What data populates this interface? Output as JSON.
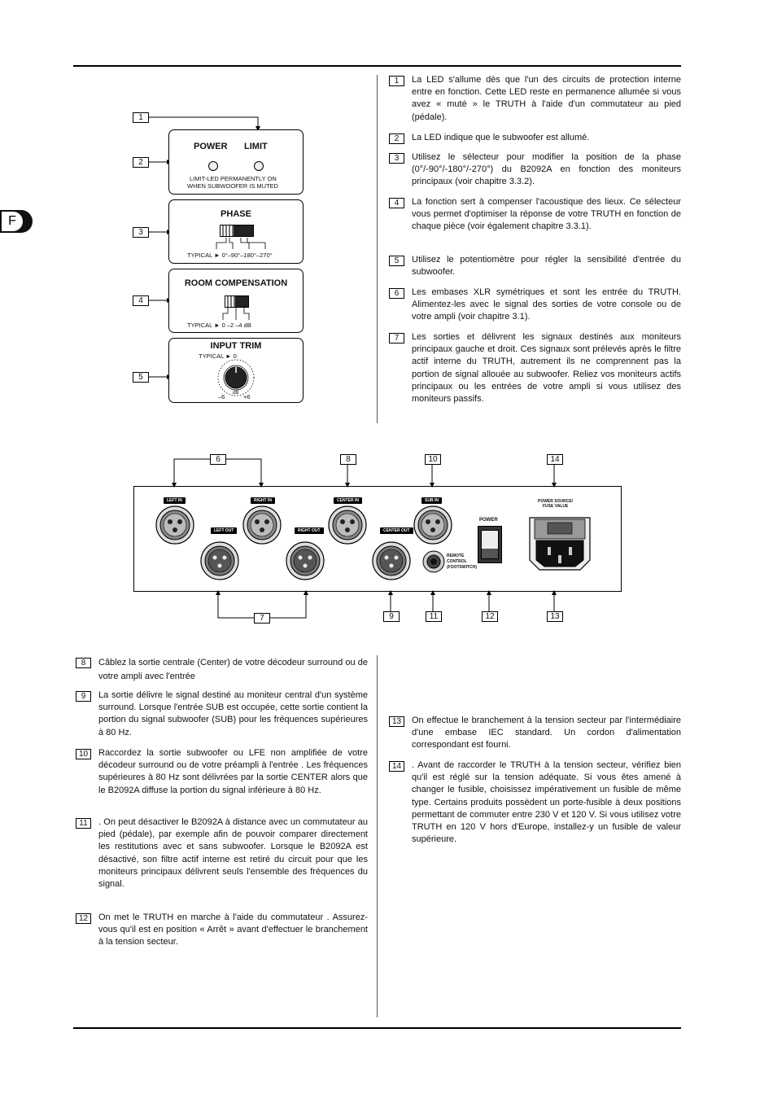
{
  "page": {
    "lang_tab": "F"
  },
  "left_panel": {
    "callouts": [
      "1",
      "2",
      "3",
      "4",
      "5"
    ],
    "power_limit": {
      "power": "POWER",
      "limit": "LIMIT",
      "note_line1": "LIMIT-LED PERMANENTLY ON",
      "note_line2": "WHEN SUBWOOFER IS MUTED"
    },
    "phase": {
      "title": "PHASE",
      "typical": "TYPICAL ► 0°–90°–180°–270°"
    },
    "room": {
      "title": "ROOM COMPENSATION",
      "typical": "TYPICAL ► 0  –2  –4 dB"
    },
    "trim": {
      "title": "INPUT TRIM",
      "typical": "TYPICAL ► 0",
      "min": "–6",
      "unit": "dB",
      "max": "+6"
    }
  },
  "right_items": [
    {
      "num": "1",
      "text": "La LED          s'allume dès que l'un des circuits de protection interne entre en fonction. Cette LED reste en permanence allumée si vous avez « muté » le TRUTH à l'aide d'un commutateur au pied (pédale)."
    },
    {
      "num": "2",
      "text": "La LED               indique que le subwoofer est allumé."
    },
    {
      "num": "3",
      "text": "Utilisez le sélecteur               pour modifier la position de la phase (0°/-90°/-180°/-270°) du B2092A en fonction des moniteurs principaux (voir chapitre 3.3.2)."
    },
    {
      "num": "4",
      "text": "La fonction                                         sert à compenser l'acoustique des lieux. Ce sélecteur vous permet d'optimiser la réponse de votre TRUTH en fonction de chaque pièce (voir également chapitre 3.3.1)."
    },
    {
      "num": "5",
      "text": "Utilisez le potentiomètre                        pour régler la sensibilité d'entrée du subwoofer."
    },
    {
      "num": "6",
      "text": "Les embases XLR symétriques                et                sont les entrée du TRUTH. Alimentez-les avec le signal des sorties de votre console ou de votre ampli (voir chapitre 3.1)."
    },
    {
      "num": "7",
      "text": "Les sorties                 et                  délivrent les signaux destinés aux moniteurs principaux gauche et droit. Ces signaux sont prélevés après le filtre actif interne du TRUTH, autrement ils ne comprennent pas la portion de signal allouée au subwoofer. Reliez vos moniteurs actifs principaux ou les entrées de votre ampli si vous utilisez des moniteurs passifs."
    }
  ],
  "rear_panel": {
    "top_callouts": [
      "6",
      "8",
      "10",
      "14"
    ],
    "bottom_callouts": [
      "7",
      "9",
      "11",
      "12",
      "13"
    ],
    "labels": {
      "left_in": "LEFT IN",
      "right_in": "RIGHT IN",
      "center_in": "CENTER IN",
      "sub_in": "SUB IN",
      "left_out": "LEFT OUT",
      "right_out": "RIGHT OUT",
      "center_out": "CENTER OUT",
      "power": "POWER",
      "remote_line1": "REMOTE",
      "remote_line2": "CONTROL",
      "remote_line3": "(FOOTSWITCH)",
      "fuse_line1": "POWER SOURCE/",
      "fuse_line2": "FUSE VALUE"
    }
  },
  "bottom_left_items": [
    {
      "num": "8",
      "text": "Câblez la sortie centrale (Center) de votre décodeur surround ou de votre ampli avec l'entrée"
    },
    {
      "num": "9",
      "text": "La sortie                      délivre le signal destiné au moniteur central d'un système surround. Lorsque l'entrée SUB est occupée, cette sortie contient la portion du signal subwoofer (SUB) pour les fréquences supérieures à 80 Hz."
    },
    {
      "num": "10",
      "text": "Raccordez la sortie subwoofer ou LFE non amplifiée de votre décodeur surround ou de votre préampli à l'entrée           . Les fréquences supérieures à 80 Hz sont délivrées par la sortie CENTER alors que le B2092A diffuse la portion du signal inférieure à 80 Hz."
    },
    {
      "num": "11",
      "text": "                                 . On peut désactiver le B2092A à distance avec un commutateur au pied (pédale), par exemple afin de pouvoir comparer directement les restitutions avec et sans subwoofer. Lorsque le B2092A est désactivé, son filtre actif interne est retiré du circuit pour que les moniteurs principaux délivrent seuls l'ensemble des fréquences du signal."
    },
    {
      "num": "12",
      "text": "On met le TRUTH en marche à l'aide du commutateur            . Assurez-vous qu'il est en position « Arrêt » avant d'effectuer le branchement à la tension secteur."
    }
  ],
  "bottom_right_items": [
    {
      "num": "13",
      "text": "On effectue le branchement à la tension secteur par l'intermédiaire d'une embase IEC standard. Un cordon d'alimentation correspondant est fourni."
    },
    {
      "num": "14",
      "text": "                                                                      . Avant de raccorder le TRUTH à la tension secteur, vérifiez bien qu'il est réglé sur la tension adéquate. Si vous êtes amené à changer le fusible, choisissez impérativement un fusible de même type. Certains produits possèdent un porte-fusible à deux positions permettant de commuter entre 230 V et 120 V. Si vous utilisez votre TRUTH en 120 V hors d'Europe, installez-y un fusible de valeur supérieure."
    }
  ]
}
